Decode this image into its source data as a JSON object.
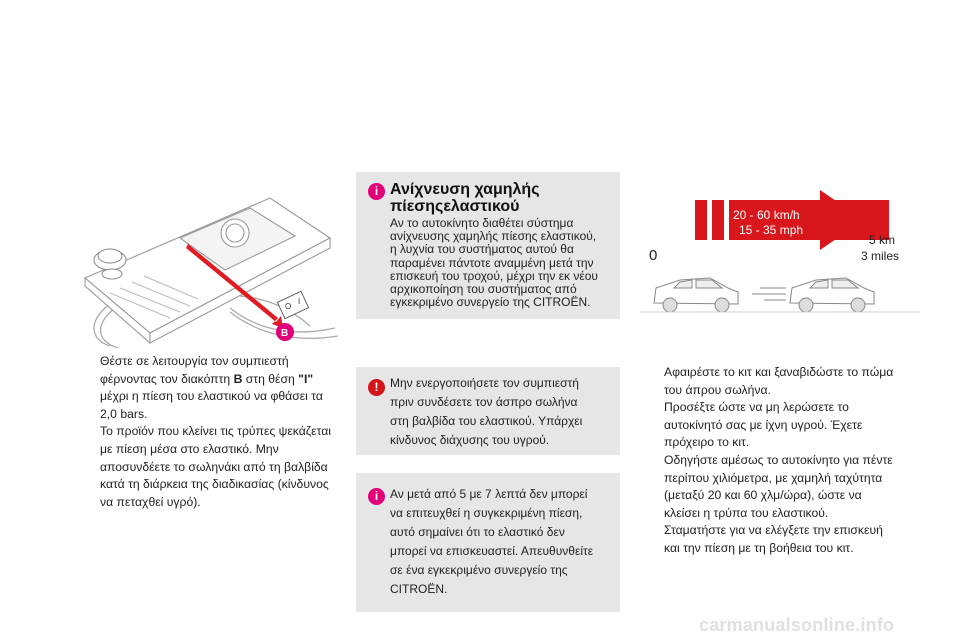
{
  "left_illustration": {
    "label_b": "B",
    "switch_label_0": "O",
    "switch_label_1": "I"
  },
  "left_list": [
    {
      "lines": [
        [
          "Θέστε σε λειτουργία τον συμπιεστή"
        ],
        [
          "φέρνοντας τον διακόπτη ",
          {
            "b": "B"
          },
          " στη θέση ",
          {
            "b": "\"I\""
          }
        ],
        [
          "μέχρι η πίεση του ελαστικού να φθάσει τα"
        ],
        [
          "2,0 bars."
        ],
        [
          "Το προϊόν που κλείνει τις τρύπες ψεκάζεται"
        ],
        [
          "με πίεση μέσα στο ελαστικό. Μην"
        ],
        [
          "αποσυνδέετε το σωληνάκι από τη βαλβίδα"
        ],
        [
          "κατά τη διάρκεια της διαδικασίας (κίνδυνος"
        ],
        [
          "να πεταχθεί υγρό)."
        ]
      ]
    }
  ],
  "info_box": {
    "title_lines": [
      "Ανίχνευση χαμηλής πίεσης",
      "ελαστικού"
    ],
    "text_lines": [
      "Αν το αυτοκίνητο διαθέτει σύστημα",
      "ανίχνευσης χαμηλής πίεσης ελαστικού,",
      "η λυχνία του συστήματος αυτού θα",
      "παραμένει πάντοτε αναμμένη μετά την",
      "επισκευή του τροχού, μέχρι την εκ νέου",
      "αρχικοποίηση του συστήματος από",
      "εγκεκριμένο συνεργείο της CITROËN."
    ]
  },
  "warning_box": {
    "text_lines": [
      "Μην ενεργοποιήσετε τον συμπιεστή",
      "πριν συνδέσετε τον άσπρο σωλήνα",
      "στη βαλβίδα του ελαστικού. Υπάρχει",
      "κίνδυνος διάχυσης του υγρού."
    ]
  },
  "info_box2": {
    "text_lines": [
      "Αν μετά από 5 με 7 λεπτά δεν μπορεί",
      "να επιτευχθεί η συγκεκριμένη πίεση,",
      "αυτό σημαίνει ότι το ελαστικό δεν",
      "μπορεί να επισκευαστεί. Απευθυνθείτε",
      "σε ένα εγκεκριμένο συνεργείο της",
      "CITROËN."
    ]
  },
  "speed_illustration": {
    "speed_kmh": "20 - 60 km/h",
    "speed_mph": "15 - 35 mph",
    "start": "0",
    "distance_km": "5 km",
    "distance_miles": "3 miles"
  },
  "right_list": [
    {
      "lines": [
        "Αφαιρέστε το κιτ και ξαναβιδώστε το πώμα",
        "του άπρου σωλήνα.",
        "Προσέξτε ώστε να μη λερώσετε το",
        "αυτοκίνητό σας με ίχνη υγρού. Έχετε",
        "πρόχειρο το κιτ."
      ]
    },
    {
      "lines": [
        "Οδηγήστε αμέσως το αυτοκίνητο για πέντε",
        "περίπου χιλιόμετρα, με χαμηλή ταχύτητα",
        "(μεταξύ 20 και 60 χλμ/ώρα), ώστε να",
        "κλείσει η τρύπα του ελαστικού."
      ]
    },
    {
      "lines": [
        "Σταματήστε για να ελέγξετε την επισκευή",
        "και την πίεση με τη βοήθεια του κιτ."
      ]
    }
  ],
  "bullet_glyph": "",
  "icons": {
    "info": "i",
    "warning": "!"
  },
  "watermark": "carmanualsonline.info",
  "colors": {
    "info_icon": "#e1007a",
    "warning_icon": "#d4161a",
    "speed_arrow": "#d8161b",
    "box_background": "#e6e6e6"
  }
}
